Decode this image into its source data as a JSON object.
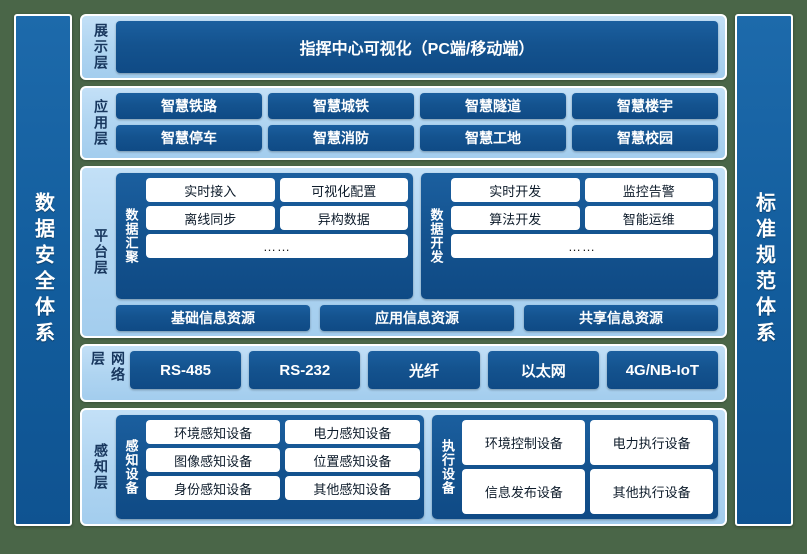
{
  "left_pillar": {
    "label": "数据安全体系"
  },
  "right_pillar": {
    "label": "标准规范体系"
  },
  "layers": {
    "presentation": {
      "label": "展示层",
      "banner": "指挥中心可视化（PC端/移动端）"
    },
    "application": {
      "label": "应用层",
      "items": [
        "智慧铁路",
        "智慧城铁",
        "智慧隧道",
        "智慧楼宇",
        "智慧停车",
        "智慧消防",
        "智慧工地",
        "智慧校园"
      ]
    },
    "platform": {
      "label": "平台层",
      "groups": [
        {
          "label": "数据汇聚",
          "rows": [
            [
              "实时接入",
              "可视化配置"
            ],
            [
              "离线同步",
              "异构数据"
            ]
          ],
          "dots": "……"
        },
        {
          "label": "数据开发",
          "rows": [
            [
              "实时开发",
              "监控告警"
            ],
            [
              "算法开发",
              "智能运维"
            ]
          ],
          "dots": "……"
        }
      ],
      "resources": [
        "基础信息资源",
        "应用信息资源",
        "共享信息资源"
      ]
    },
    "network": {
      "label": "网络层",
      "items": [
        "RS-485",
        "RS-232",
        "光纤",
        "以太网",
        "4G/NB-IoT"
      ]
    },
    "sense": {
      "label": "感知层",
      "groups": [
        {
          "label": "感知设备",
          "rows": [
            [
              "环境感知设备",
              "电力感知设备"
            ],
            [
              "图像感知设备",
              "位置感知设备"
            ],
            [
              "身份感知设备",
              "其他感知设备"
            ]
          ]
        },
        {
          "label": "执行设备",
          "rows": [
            [
              "环境控制设备",
              "电力执行设备"
            ],
            [
              "信息发布设备",
              "其他执行设备"
            ]
          ]
        }
      ]
    }
  },
  "colors": {
    "canvas": "#4a6648",
    "panel_light": "#b0d5f1",
    "chip_dark": "#14538f",
    "pillar": "#125c9c",
    "white": "#ffffff"
  }
}
